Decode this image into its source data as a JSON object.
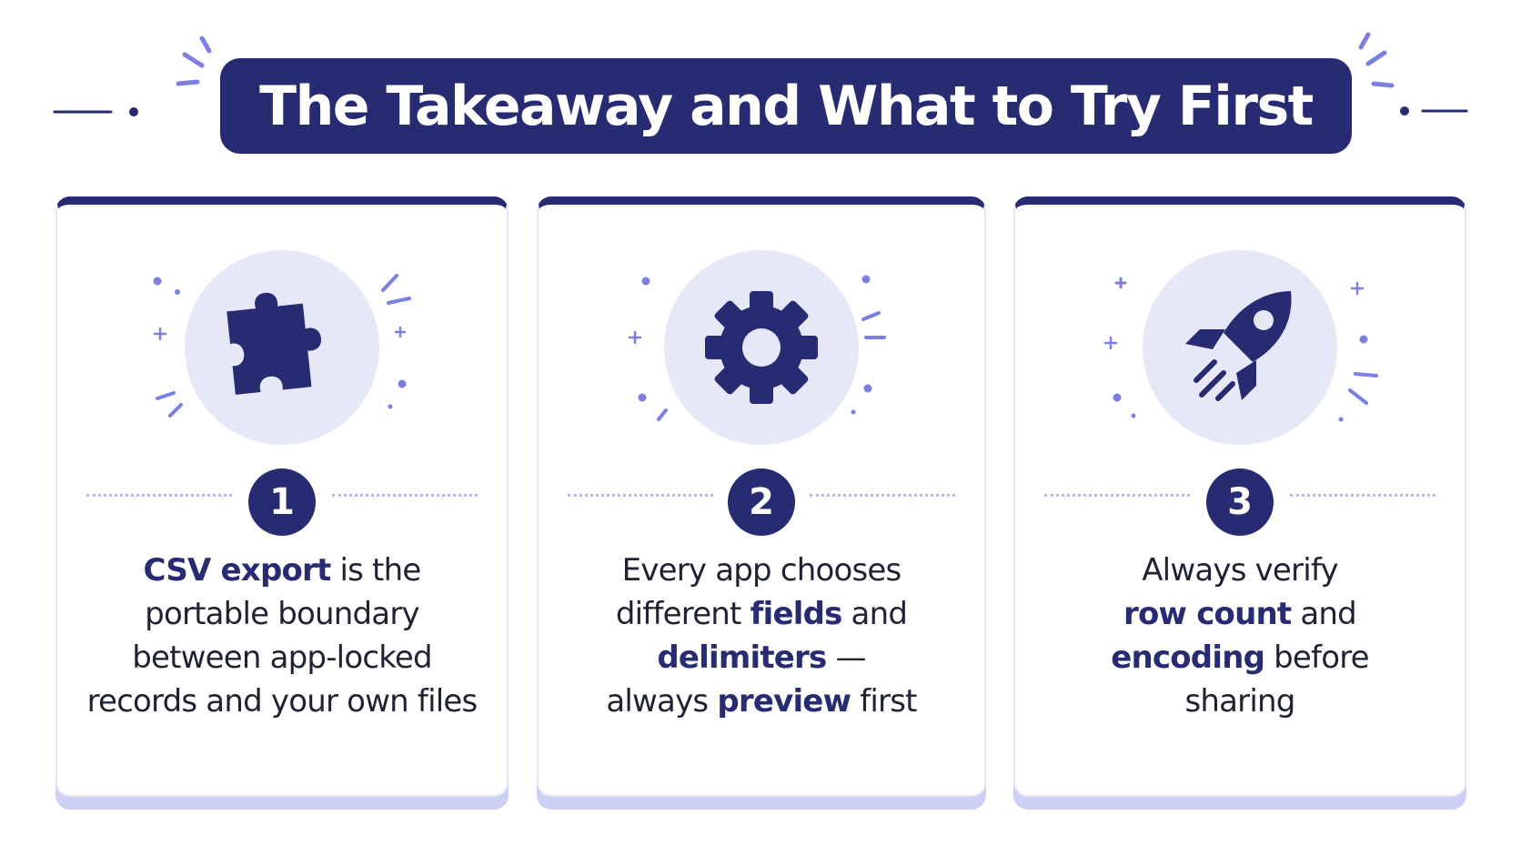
{
  "title": "The Takeaway and What to Try First",
  "colors": {
    "navy": "#262b72",
    "soft": "#e6e8f8",
    "accent": "#7b80e0"
  },
  "cards": [
    {
      "number": "1",
      "icon": "puzzle-piece-icon",
      "lines": [
        [
          {
            "t": "CSV export",
            "hl": true
          },
          {
            "t": " is the",
            "hl": false
          }
        ],
        [
          {
            "t": "portable boundary",
            "hl": false
          }
        ],
        [
          {
            "t": "between app-locked",
            "hl": false
          }
        ],
        [
          {
            "t": "records and your own files",
            "hl": false
          }
        ]
      ]
    },
    {
      "number": "2",
      "icon": "gear-icon",
      "lines": [
        [
          {
            "t": "Every app chooses",
            "hl": false
          }
        ],
        [
          {
            "t": "different ",
            "hl": false
          },
          {
            "t": "fields",
            "hl": true
          },
          {
            "t": " and",
            "hl": false
          }
        ],
        [
          {
            "t": "delimiters",
            "hl": true
          },
          {
            "t": " —",
            "hl": false
          }
        ],
        [
          {
            "t": "always ",
            "hl": false
          },
          {
            "t": "preview",
            "hl": true
          },
          {
            "t": " first",
            "hl": false
          }
        ]
      ]
    },
    {
      "number": "3",
      "icon": "rocket-icon",
      "lines": [
        [
          {
            "t": "Always verify",
            "hl": false
          }
        ],
        [
          {
            "t": "row count",
            "hl": true
          },
          {
            "t": " and",
            "hl": false
          }
        ],
        [
          {
            "t": "encoding",
            "hl": true
          },
          {
            "t": " before",
            "hl": false
          }
        ],
        [
          {
            "t": "sharing",
            "hl": false
          }
        ]
      ]
    }
  ]
}
